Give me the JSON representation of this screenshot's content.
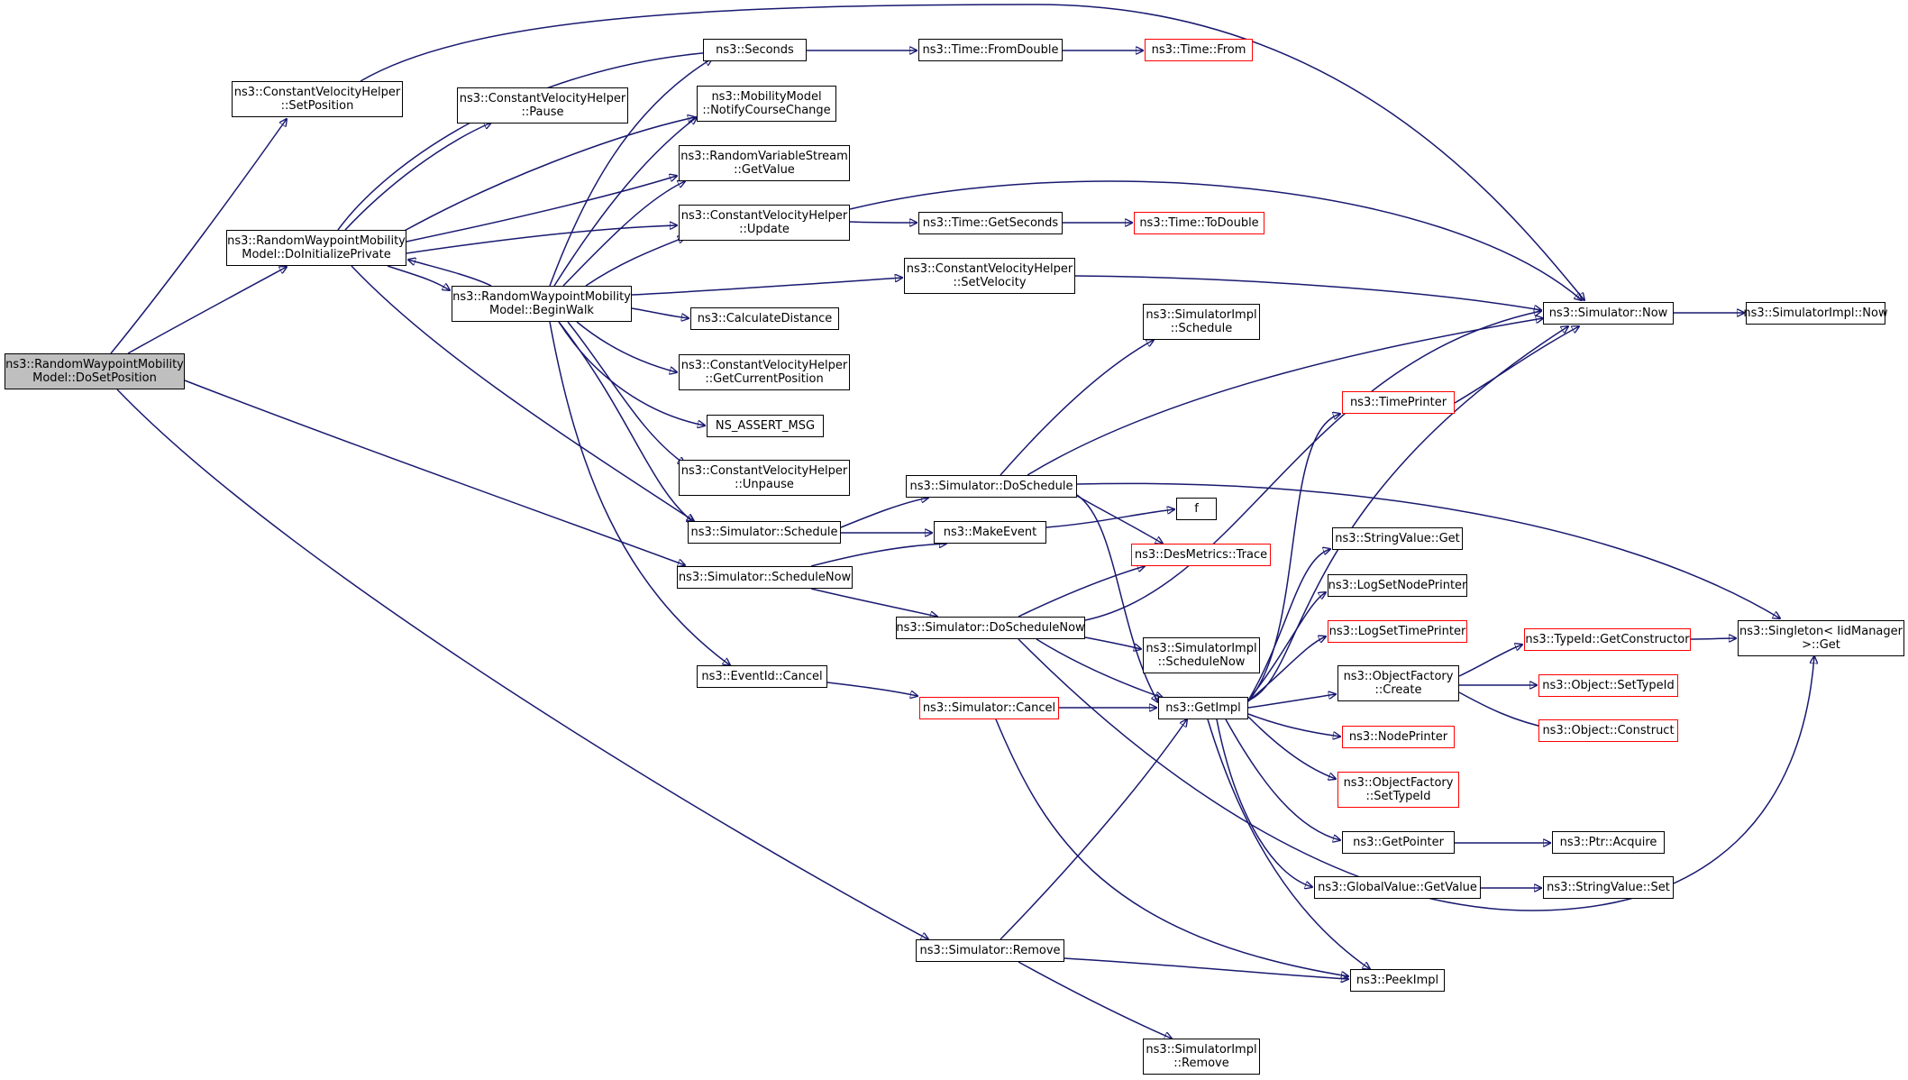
{
  "graph": {
    "edge_color": "#191970",
    "root_fill": "#bfbfbf",
    "missing_border_color": "#ff0000",
    "nodes": [
      {
        "id": "root",
        "lines": [
          "ns3::RandomWaypointMobility",
          "Model::DoSetPosition"
        ],
        "root": true
      },
      {
        "id": "cvh_setpos",
        "lines": [
          "ns3::ConstantVelocityHelper",
          "::SetPosition"
        ]
      },
      {
        "id": "cvh_pause",
        "lines": [
          "ns3::ConstantVelocityHelper",
          "::Pause"
        ]
      },
      {
        "id": "doinit",
        "lines": [
          "ns3::RandomWaypointMobility",
          "Model::DoInitializePrivate"
        ]
      },
      {
        "id": "beginwalk",
        "lines": [
          "ns3::RandomWaypointMobility",
          "Model::BeginWalk"
        ]
      },
      {
        "id": "seconds",
        "lines": [
          "ns3::Seconds"
        ]
      },
      {
        "id": "notify",
        "lines": [
          "ns3::MobilityModel",
          "::NotifyCourseChange"
        ]
      },
      {
        "id": "rvs_get",
        "lines": [
          "ns3::RandomVariableStream",
          "::GetValue"
        ]
      },
      {
        "id": "cvh_update",
        "lines": [
          "ns3::ConstantVelocityHelper",
          "::Update"
        ]
      },
      {
        "id": "calcdist",
        "lines": [
          "ns3::CalculateDistance"
        ]
      },
      {
        "id": "cvh_getcur",
        "lines": [
          "ns3::ConstantVelocityHelper",
          "::GetCurrentPosition"
        ]
      },
      {
        "id": "assert",
        "lines": [
          "NS_ASSERT_MSG"
        ]
      },
      {
        "id": "cvh_unpause",
        "lines": [
          "ns3::ConstantVelocityHelper",
          "::Unpause"
        ]
      },
      {
        "id": "sim_schedule",
        "lines": [
          "ns3::Simulator::Schedule"
        ]
      },
      {
        "id": "sim_schednow",
        "lines": [
          "ns3::Simulator::ScheduleNow"
        ]
      },
      {
        "id": "eventid_cancel",
        "lines": [
          "ns3::EventId::Cancel"
        ]
      },
      {
        "id": "sim_remove",
        "lines": [
          "ns3::Simulator::Remove"
        ]
      },
      {
        "id": "fromdouble",
        "lines": [
          "ns3::Time::FromDouble"
        ]
      },
      {
        "id": "time_from",
        "lines": [
          "ns3::Time::From"
        ],
        "missing": true
      },
      {
        "id": "getseconds",
        "lines": [
          "ns3::Time::GetSeconds"
        ]
      },
      {
        "id": "todouble",
        "lines": [
          "ns3::Time::ToDouble"
        ],
        "missing": true
      },
      {
        "id": "cvh_setvel",
        "lines": [
          "ns3::ConstantVelocityHelper",
          "::SetVelocity"
        ]
      },
      {
        "id": "simimpl_sched",
        "lines": [
          "ns3::SimulatorImpl",
          "::Schedule"
        ]
      },
      {
        "id": "doschedule",
        "lines": [
          "ns3::Simulator::DoSchedule"
        ]
      },
      {
        "id": "makeevent",
        "lines": [
          "ns3::MakeEvent"
        ]
      },
      {
        "id": "f",
        "lines": [
          "f"
        ]
      },
      {
        "id": "desmetrics",
        "lines": [
          "ns3::DesMetrics::Trace"
        ],
        "missing": true
      },
      {
        "id": "doschednow",
        "lines": [
          "ns3::Simulator::DoScheduleNow"
        ]
      },
      {
        "id": "simimpl_schednow",
        "lines": [
          "ns3::SimulatorImpl",
          "::ScheduleNow"
        ]
      },
      {
        "id": "sim_cancel",
        "lines": [
          "ns3::Simulator::Cancel"
        ],
        "missing": true
      },
      {
        "id": "getimpl",
        "lines": [
          "ns3::GetImpl"
        ]
      },
      {
        "id": "simimpl_remove",
        "lines": [
          "ns3::SimulatorImpl",
          "::Remove"
        ]
      },
      {
        "id": "sim_now",
        "lines": [
          "ns3::Simulator::Now"
        ]
      },
      {
        "id": "simimpl_now",
        "lines": [
          "ns3::SimulatorImpl::Now"
        ]
      },
      {
        "id": "timeprinter",
        "lines": [
          "ns3::TimePrinter"
        ],
        "missing": true
      },
      {
        "id": "stringvalue_get",
        "lines": [
          "ns3::StringValue::Get"
        ]
      },
      {
        "id": "lognodeprinter",
        "lines": [
          "ns3::LogSetNodePrinter"
        ]
      },
      {
        "id": "logtimeprinter",
        "lines": [
          "ns3::LogSetTimePrinter"
        ],
        "missing": true
      },
      {
        "id": "objfactory_create",
        "lines": [
          "ns3::ObjectFactory",
          "::Create"
        ]
      },
      {
        "id": "nodeprinter",
        "lines": [
          "ns3::NodePrinter"
        ],
        "missing": true
      },
      {
        "id": "objfactory_settid",
        "lines": [
          "ns3::ObjectFactory",
          "::SetTypeId"
        ],
        "missing": true
      },
      {
        "id": "getpointer",
        "lines": [
          "ns3::GetPointer"
        ]
      },
      {
        "id": "globalvalue",
        "lines": [
          "ns3::GlobalValue::GetValue"
        ]
      },
      {
        "id": "peekimpl",
        "lines": [
          "ns3::PeekImpl"
        ]
      },
      {
        "id": "typeid_getctor",
        "lines": [
          "ns3::TypeId::GetConstructor"
        ],
        "missing": true
      },
      {
        "id": "obj_settid",
        "lines": [
          "ns3::Object::SetTypeId"
        ],
        "missing": true
      },
      {
        "id": "obj_construct",
        "lines": [
          "ns3::Object::Construct"
        ],
        "missing": true
      },
      {
        "id": "singleton",
        "lines": [
          "ns3::Singleton< IidManager",
          "  >::Get"
        ]
      },
      {
        "id": "ptr_acquire",
        "lines": [
          "ns3::Ptr::Acquire"
        ]
      },
      {
        "id": "stringvalue_set",
        "lines": [
          "ns3::StringValue::Set"
        ]
      }
    ]
  }
}
